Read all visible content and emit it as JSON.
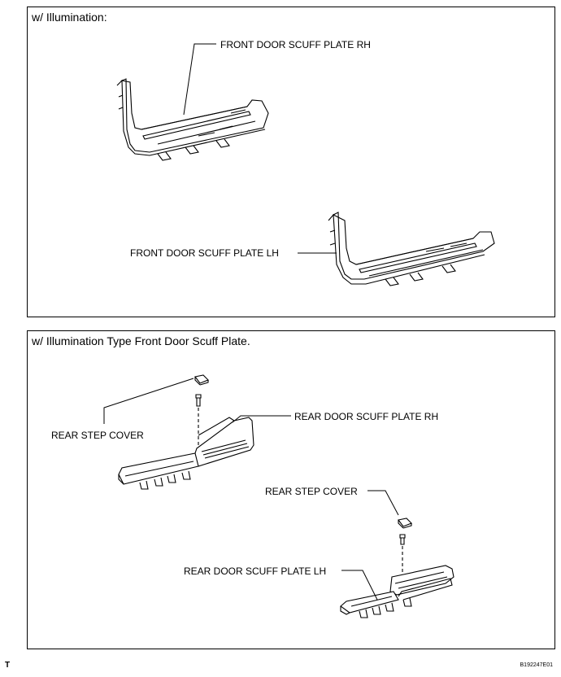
{
  "panels": {
    "top": {
      "title": "w/ Illumination:",
      "labels": {
        "front_rh": "FRONT DOOR SCUFF PLATE RH",
        "front_lh": "FRONT DOOR SCUFF PLATE LH"
      }
    },
    "bottom": {
      "title": "w/ Illumination Type Front Door Scuff Plate.",
      "labels": {
        "rear_step_cover_1": "REAR STEP COVER",
        "rear_rh": "REAR DOOR SCUFF PLATE RH",
        "rear_step_cover_2": "REAR STEP COVER",
        "rear_lh": "REAR DOOR SCUFF PLATE LH"
      }
    }
  },
  "footer": {
    "left_mark": "T",
    "figure_code": "B192247E01"
  }
}
